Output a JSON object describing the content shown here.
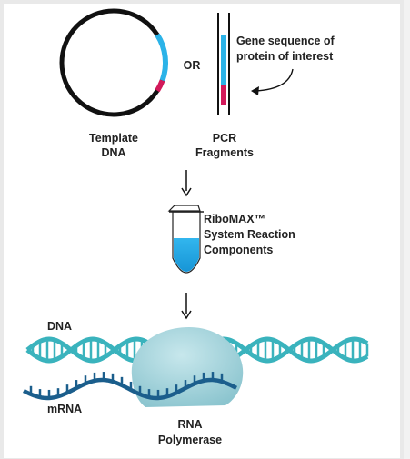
{
  "labels": {
    "template_dna": [
      "Template",
      "DNA"
    ],
    "or": "OR",
    "pcr_fragments": [
      "PCR",
      "Fragments"
    ],
    "gene_sequence": [
      "Gene sequence of",
      "protein of interest"
    ],
    "ribomax": [
      "RiboMAX™",
      "System Reaction",
      "Components"
    ],
    "dna": "DNA",
    "mrna": "mRNA",
    "rna_polymerase": [
      "RNA",
      "Polymerase"
    ]
  },
  "colors": {
    "blue_segment": "#2bb3e8",
    "red_segment": "#d2195a",
    "dna_strand": "#3ab3bd",
    "mrna_strand": "#1b5e8c",
    "polymerase": "#9fd0d8",
    "outline": "#111111"
  }
}
